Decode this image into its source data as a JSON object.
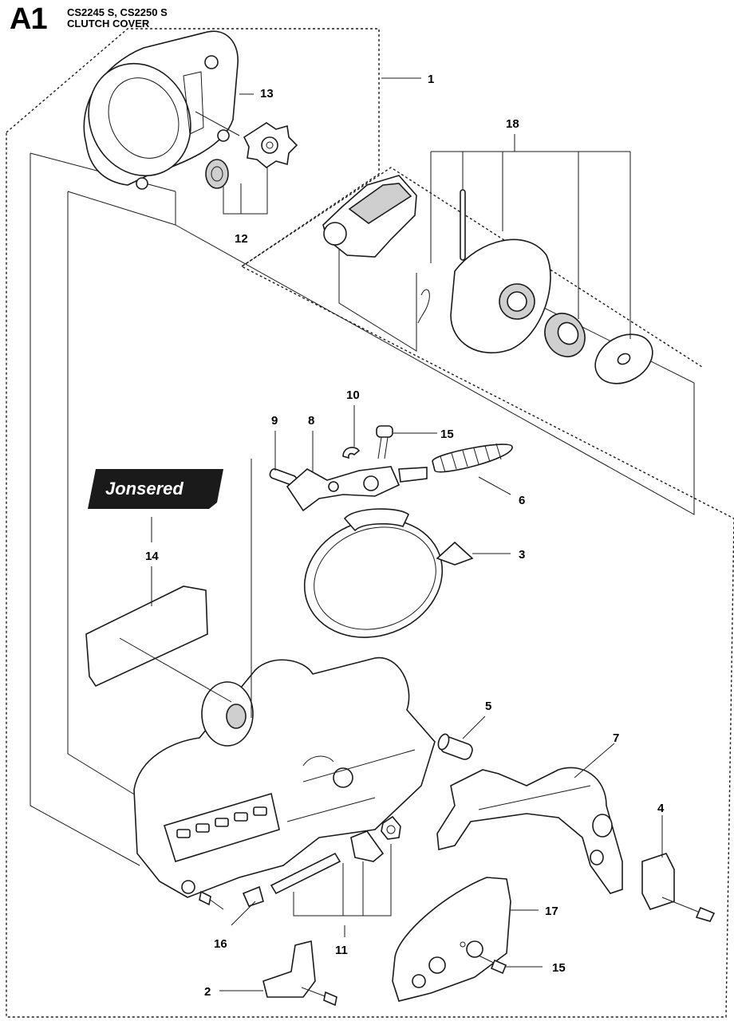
{
  "header": {
    "section_code": "A1",
    "models": "CS2245 S, CS2250 S",
    "section_title": "CLUTCH COVER"
  },
  "brand_label": {
    "text": "Jonsered"
  },
  "callouts": [
    {
      "id": "c1",
      "label": "1"
    },
    {
      "id": "c18",
      "label": "18"
    },
    {
      "id": "c13",
      "label": "13"
    },
    {
      "id": "c12",
      "label": "12"
    },
    {
      "id": "c10",
      "label": "10"
    },
    {
      "id": "c9",
      "label": "9"
    },
    {
      "id": "c8",
      "label": "8"
    },
    {
      "id": "c15a",
      "label": "15"
    },
    {
      "id": "c6",
      "label": "6"
    },
    {
      "id": "c14",
      "label": "14"
    },
    {
      "id": "c3",
      "label": "3"
    },
    {
      "id": "c5",
      "label": "5"
    },
    {
      "id": "c7",
      "label": "7"
    },
    {
      "id": "c4",
      "label": "4"
    },
    {
      "id": "c17",
      "label": "17"
    },
    {
      "id": "c16",
      "label": "16"
    },
    {
      "id": "c11",
      "label": "11"
    },
    {
      "id": "c15b",
      "label": "15"
    },
    {
      "id": "c2",
      "label": "2"
    }
  ],
  "colors": {
    "ink": "#1a1a1a",
    "shade": "#cfcfcf",
    "label_bg": "#1a1a1a"
  }
}
